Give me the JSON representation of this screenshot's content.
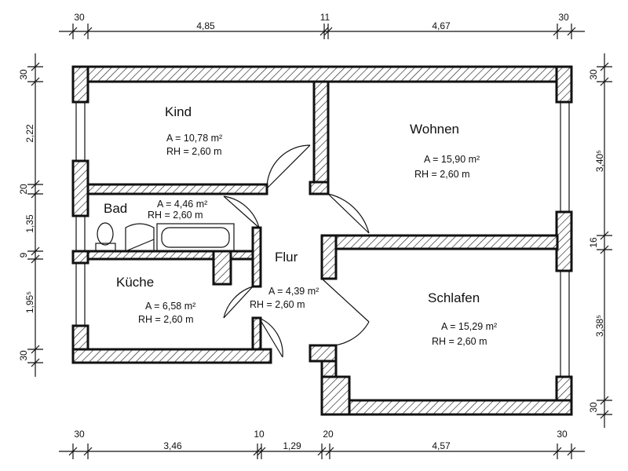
{
  "rooms": [
    {
      "name": "Kind",
      "area": "A = 10,78 m²",
      "height": "RH = 2,60 m"
    },
    {
      "name": "Wohnen",
      "area": "A = 15,90 m²",
      "height": "RH = 2,60 m"
    },
    {
      "name": "Bad",
      "area": "A = 4,46 m²",
      "height": "RH = 2,60 m"
    },
    {
      "name": "Flur",
      "area": "A = 4,39 m²",
      "height": "RH = 2,60 m"
    },
    {
      "name": "Küche",
      "area": "A = 6,58 m²",
      "height": "RH = 2,60 m"
    },
    {
      "name": "Schlafen",
      "area": "A = 15,29 m²",
      "height": "RH = 2,60 m"
    }
  ],
  "dimensions": {
    "top": [
      "30",
      "4,85",
      "11",
      "4,67",
      "30"
    ],
    "bottom": [
      "30",
      "3,46",
      "10",
      "1,29",
      "20",
      "4,57",
      "30"
    ],
    "left": [
      "30",
      "2,22",
      "20",
      "1,35",
      "9",
      "1,95⁵",
      "30"
    ],
    "right": [
      "30",
      "3,40⁵",
      "16",
      "3,38⁵",
      "30"
    ]
  }
}
